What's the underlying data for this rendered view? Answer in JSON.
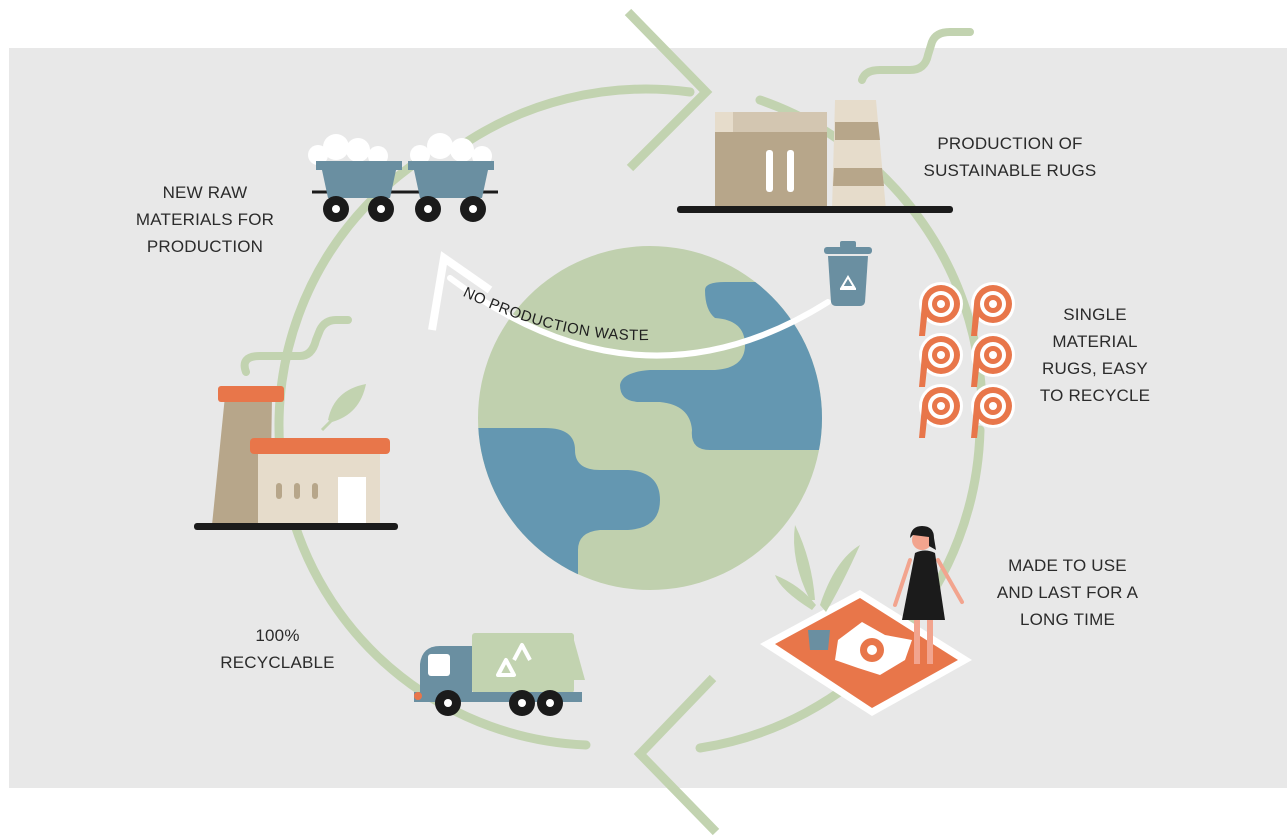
{
  "labels": {
    "raw_materials": "NEW RAW\nMATERIALS FOR\nPRODUCTION",
    "production": "PRODUCTION OF\nSUSTAINABLE RUGS",
    "single_material": "SINGLE\nMATERIAL\nRUGS, EASY\nTO RECYCLE",
    "made_to_last": "MADE TO USE\nAND LAST FOR A\nLONG TIME",
    "recyclable": "100%\nRECYCLABLE",
    "no_waste": "NO PRODUCTION WASTE"
  },
  "colors": {
    "background": "#e8e8e8",
    "cycle_green": "#c2d3b0",
    "earth_land": "#c0d0ae",
    "earth_water": "#6497b1",
    "wagon_blue": "#6a8fa1",
    "factory_tan": "#b7a68a",
    "factory_cream": "#e6dccb",
    "accent_orange": "#e8764a",
    "text": "#2b2b2b"
  },
  "icons": [
    "mine-cart-icon",
    "factory-icon",
    "recycle-bin-icon",
    "rug-roll-icon",
    "person-on-rug-icon",
    "recycling-truck-icon",
    "power-plant-icon",
    "leaf-icon",
    "earth-globe-icon"
  ]
}
